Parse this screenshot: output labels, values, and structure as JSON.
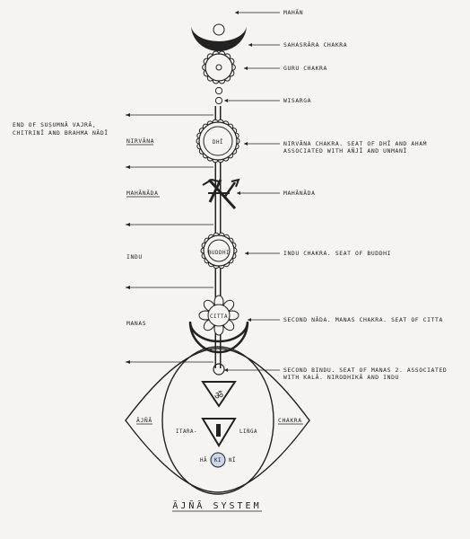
{
  "diagram": {
    "title": "ĀJÑĀ SYSTEM",
    "right_labels": {
      "mahan": "MAHĀN",
      "sahasrara": "SAHASRĀRA CHAKRA",
      "guru": "GURU CHAKRA",
      "wisarga": "WISARGA",
      "nirvana_1": "NIRVĀNA CHAKRA. SEAT OF DHĪ AND AHAṀ",
      "nirvana_2": "ASSOCIATED WITH AÑJĪ AND UNMANĪ",
      "mahanada": "MAHĀNĀDA",
      "indu": "INDU CHAKRA. SEAT OF BUDDHI",
      "manas": "SECOND NĀDA. MANAS CHAKRA. SEAT OF CITTA",
      "bindu_1": "SECOND BINDU. SEAT OF MANAS 2. ASSOCIATED",
      "bindu_2": "WITH KALĀ. NIRODHIKĀ AND INDU"
    },
    "left_labels": {
      "end_1": "END OF SUṢUMNĀ  VAJRĀ,",
      "end_2": "CHITRINĪ  AND  BRAHMA NĀDĪ",
      "nirvana": "NIRVĀNA",
      "mahanada": "MAHĀNĀDA",
      "indu": "INDU",
      "manas": "MANAS"
    },
    "inner_labels": {
      "dhi": "DHĪ",
      "buddhi": "BUDDHI",
      "citta": "CITTA",
      "om": "ॐ",
      "itara": "ITARA-",
      "linga": "LIṄGA",
      "ha": "HĀ",
      "ki": "KI",
      "ni": "NĪ"
    },
    "eye_labels": {
      "ajna": "ĀJÑĀ",
      "chakra": "CHAKRA"
    }
  }
}
